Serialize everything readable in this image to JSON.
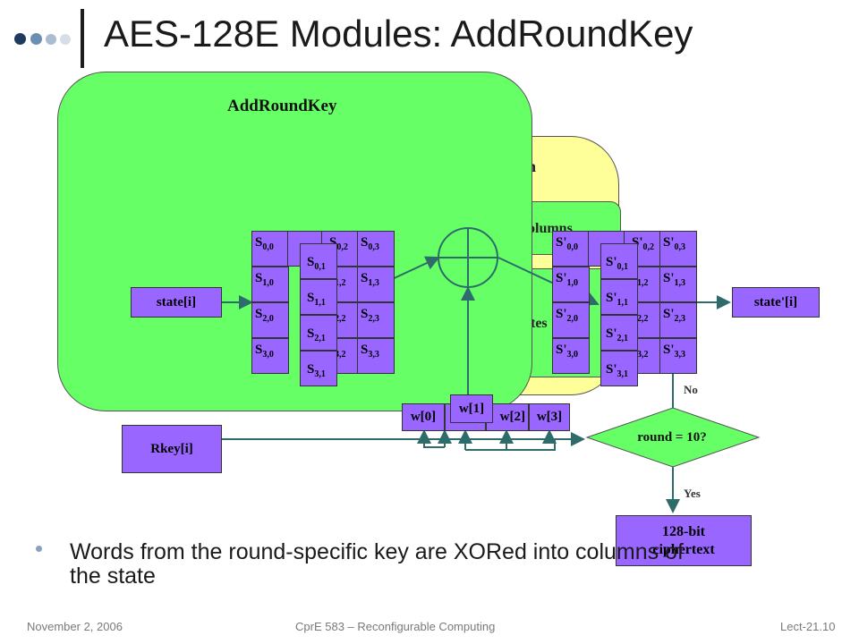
{
  "slide": {
    "title": "AES-128E Modules: AddRoundKey",
    "bullet": "Words from the round-specific key are XORed into columns of the state"
  },
  "footer": {
    "date": "November 2, 2006",
    "course": "CprE 583 – Reconfigurable Computing",
    "lecture": "Lect-21.10"
  },
  "diagram": {
    "addroundkey_title": "AddRoundKey",
    "round_title_fragment": "on",
    "mixcolumns_fragment": "olumns",
    "subbytes_fragment": "ytes",
    "state_in": "state[i]",
    "state_out": "state'[i]",
    "rkey": "Rkey[i]",
    "words": [
      "w[0]",
      "w[1]",
      "w[2]",
      "w[3]"
    ],
    "decision": "round = 10?",
    "no_label": "No",
    "yes_label": "Yes",
    "output": "128-bit ciphertext"
  },
  "colors": {
    "green": "#66ff66",
    "yellow": "#ffff99",
    "purple": "#9966ff",
    "line": "#2e6b6b"
  }
}
